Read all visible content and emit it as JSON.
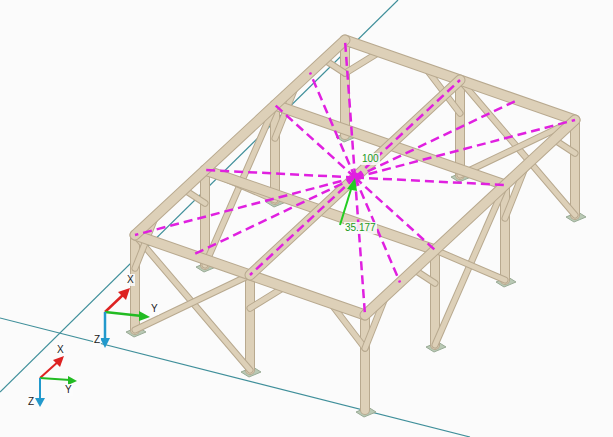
{
  "diagram": {
    "labels": [
      "X",
      "Y",
      "Z",
      "X",
      "Y",
      "Z",
      "100",
      "35.177"
    ]
  }
}
